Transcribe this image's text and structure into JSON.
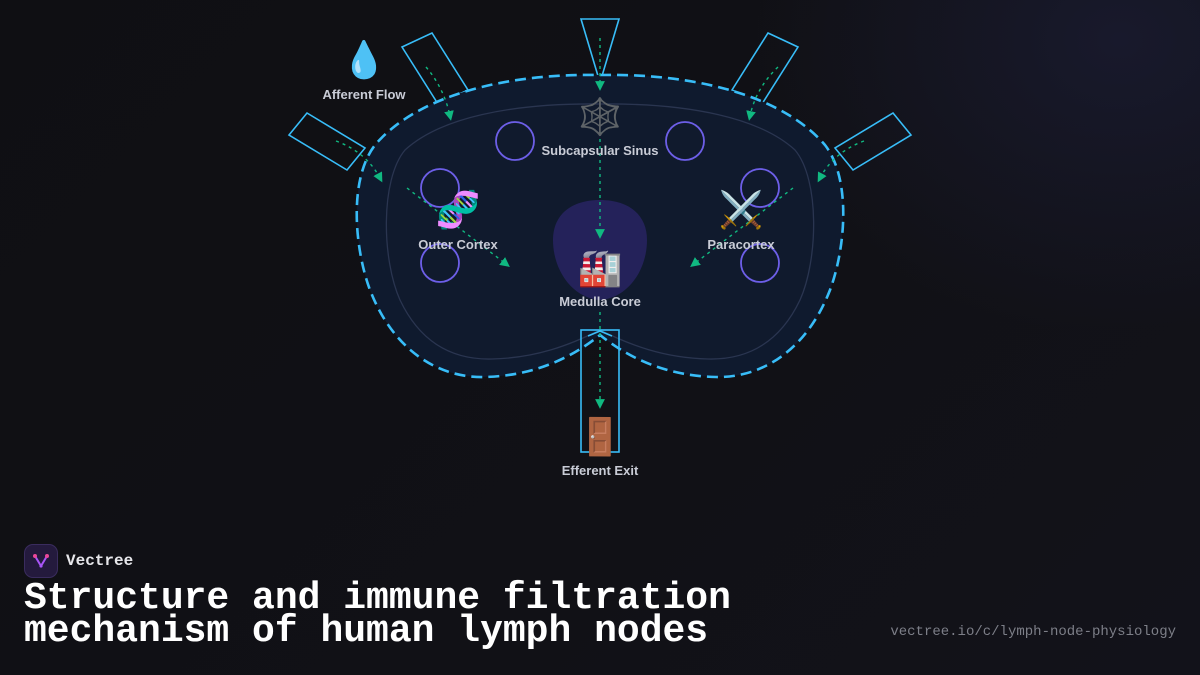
{
  "diagram": {
    "nodes": {
      "afferent": {
        "label": "Afferent Flow",
        "icon": "droplet-icon",
        "glyph": "💧"
      },
      "sinus": {
        "label": "Subcapsular Sinus",
        "icon": "spider-web-icon",
        "glyph": "🕸️"
      },
      "cortex": {
        "label": "Outer Cortex",
        "icon": "dna-icon",
        "glyph": "🧬"
      },
      "paracortex": {
        "label": "Paracortex",
        "icon": "crossed-swords-icon",
        "glyph": "⚔️"
      },
      "medulla": {
        "label": "Medulla Core",
        "icon": "factory-icon",
        "glyph": "🏭"
      },
      "efferent": {
        "label": "Efferent Exit",
        "icon": "door-icon",
        "glyph": "🚪"
      }
    },
    "colors": {
      "capsule_stroke": "#38bdf8",
      "capsule_fill": "#0f1a2e",
      "follicle_stroke": "#6d5fe8",
      "medulla_fill": "#24225a",
      "flow_arrow": "#10b981",
      "label_text": "#c9ccd6"
    }
  },
  "footer": {
    "brand_name": "Vectree",
    "brand_logo": "vectree-logo-icon",
    "title": "Structure and immune filtration mechanism of human lymph nodes",
    "url": "vectree.io/c/lymph-node-physiology"
  }
}
